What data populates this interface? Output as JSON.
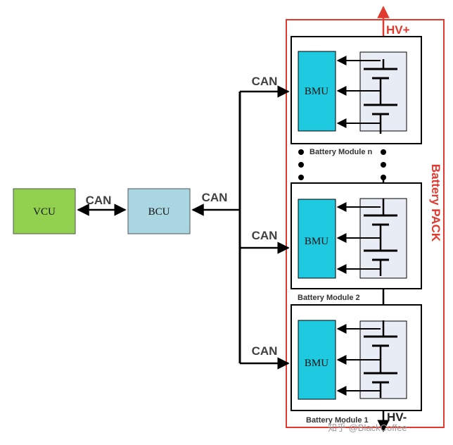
{
  "colors": {
    "vcu_fill": "#92d050",
    "bcu_fill": "#a9d6e0",
    "bmu_fill": "#1fc9e0",
    "cell_fill": "#e8ecf4",
    "pack_border": "#e03a2e",
    "hv_plus": "#e03a2e",
    "hv_minus": "#222222",
    "line": "#000000"
  },
  "nodes": {
    "vcu": "VCU",
    "bcu": "BCU",
    "bmu": "BMU"
  },
  "can_label": "CAN",
  "pack_label": "Battery PACK",
  "hv_plus": "HV+",
  "hv_minus": "HV-",
  "modules": [
    "Battery Module n",
    "Battery Module 2",
    "Battery Module 1"
  ],
  "watermark": "知乎 @BlackCoffee"
}
